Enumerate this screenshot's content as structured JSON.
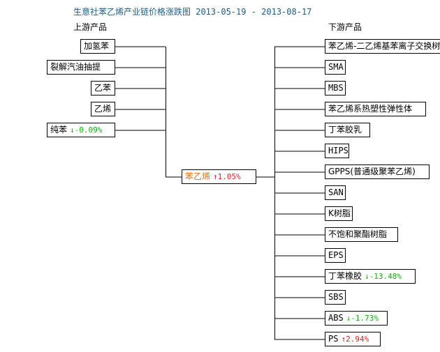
{
  "title": "生意社苯乙烯产业链价格涨跌图 2013-05-19 - 2013-08-17",
  "upstream_label": "上游产品",
  "downstream_label": "下游产品",
  "colors": {
    "title": "#1a5e8a",
    "up": "#e02020",
    "down": "#12b012",
    "center": "#e8700a"
  },
  "upstream": [
    {
      "name": "加氢苯"
    },
    {
      "name": "裂解汽油抽提"
    },
    {
      "name": "乙苯"
    },
    {
      "name": "乙烯"
    },
    {
      "name": "纯苯",
      "arrow": "↓",
      "change": "-0.09%",
      "dir": "down"
    }
  ],
  "center": {
    "name": "苯乙烯",
    "arrow": "↑",
    "change": "1.05%",
    "dir": "up"
  },
  "downstream": [
    {
      "name": "苯乙烯-二乙烯基苯离子交换树脂"
    },
    {
      "name": "SMA"
    },
    {
      "name": "MBS"
    },
    {
      "name": "苯乙烯系热塑性弹性体"
    },
    {
      "name": "丁苯胶乳"
    },
    {
      "name": "HIPS"
    },
    {
      "name": "GPPS(普通级聚苯乙烯)"
    },
    {
      "name": "SAN"
    },
    {
      "name": "K树脂"
    },
    {
      "name": "不饱和聚酯树脂"
    },
    {
      "name": "EPS"
    },
    {
      "name": "丁苯橡胶",
      "arrow": "↓",
      "change": "-13.48%",
      "dir": "down"
    },
    {
      "name": "SBS"
    },
    {
      "name": "ABS",
      "arrow": "↓",
      "change": "-1.73%",
      "dir": "down"
    },
    {
      "name": "PS",
      "arrow": "↑",
      "change": "2.94%",
      "dir": "up"
    }
  ]
}
